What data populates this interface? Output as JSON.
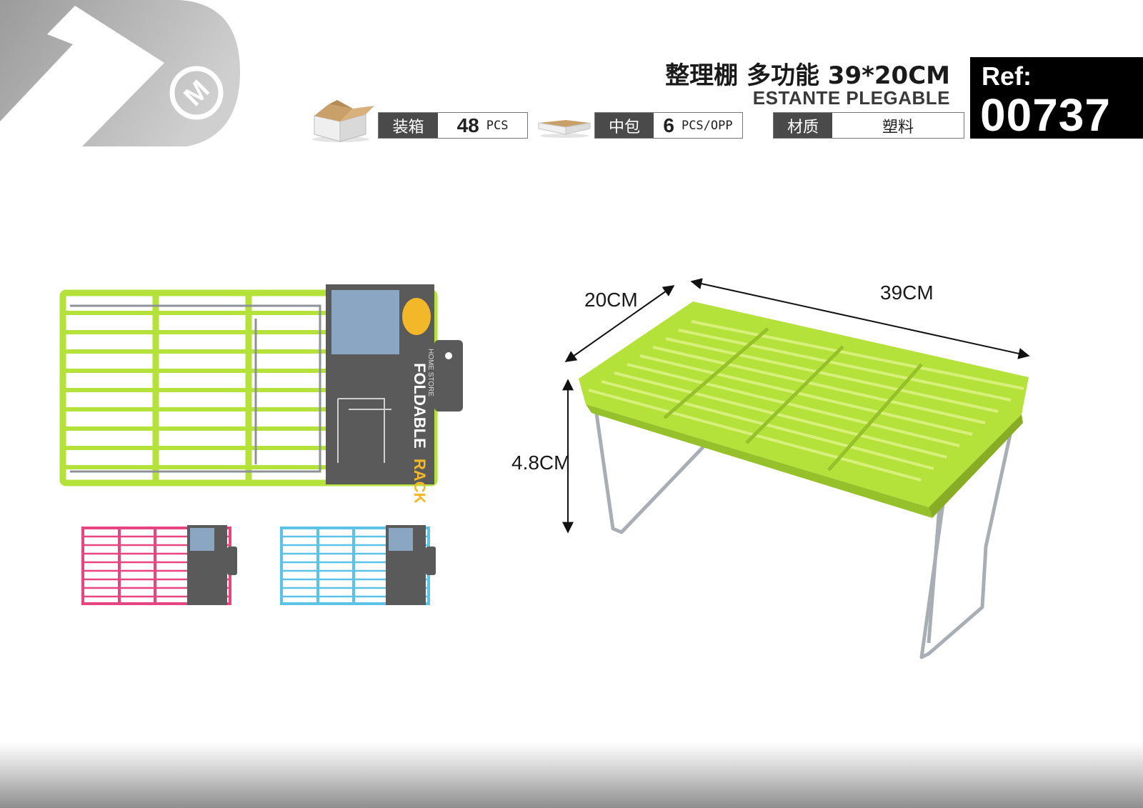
{
  "title": {
    "chinese": "整理棚 多功能 39*20CM",
    "spanish": "ESTANTE PLEGABLE"
  },
  "reference": {
    "label": "Ref:",
    "number": "00737"
  },
  "logo": {
    "letter": "M",
    "icon": "brand-logo-icon"
  },
  "specs": {
    "carton": {
      "label": "装箱",
      "value": "48",
      "unit": "PCS",
      "icon": "carton-box-icon"
    },
    "inner_pack": {
      "label": "中包",
      "value": "6",
      "unit": "PCS/OPP",
      "icon": "inner-pack-tray-icon"
    },
    "material": {
      "label": "材质",
      "value": "塑料"
    }
  },
  "dimensions": {
    "length": "39CM",
    "width": "20CM",
    "height": "4.8CM"
  },
  "package": {
    "card_title_1": "FOLDABLE",
    "card_title_2": "RACK",
    "card_brand": "HOME STORE"
  },
  "colors": {
    "green": "#b5e23a",
    "pink": "#e8447f",
    "blue": "#5cc3e6",
    "chrome": "#a9aeb5",
    "ref_bg": "#000000",
    "label_bg": "#4a4a4a"
  }
}
